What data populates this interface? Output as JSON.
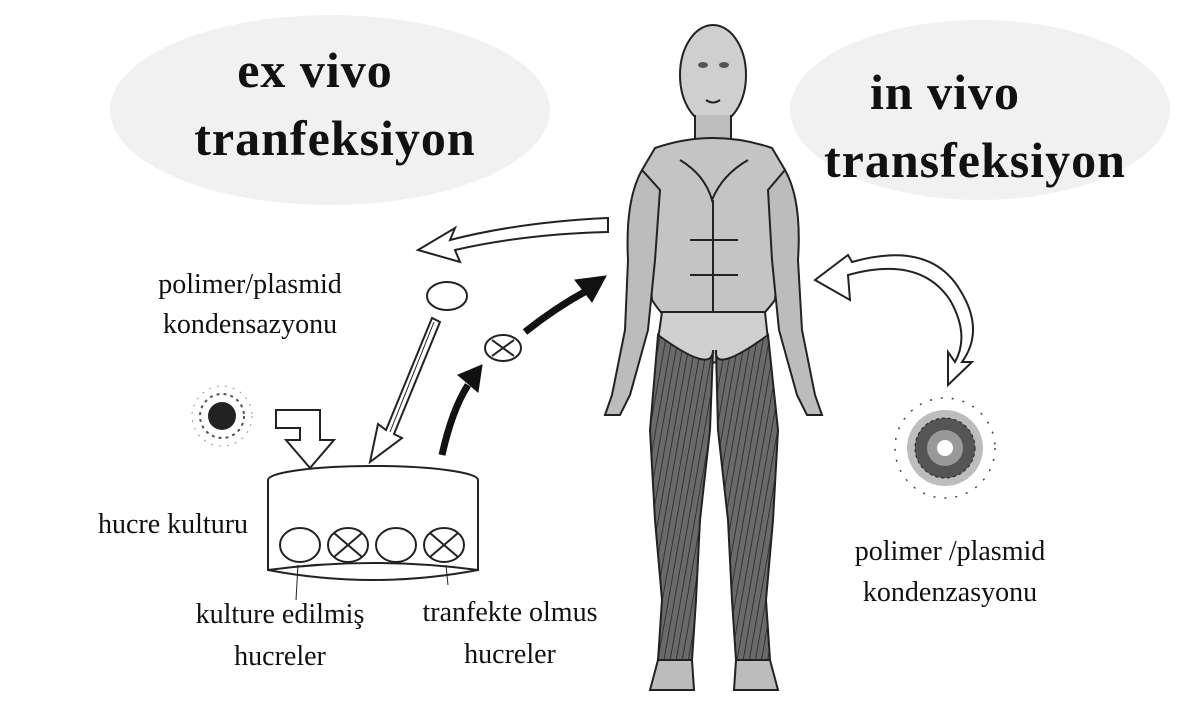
{
  "headings": {
    "ex_vivo_line1": "ex vivo",
    "ex_vivo_line2": "tranfeksiyon",
    "in_vivo_line1": "in vivo",
    "in_vivo_line2": "transfeksiyon"
  },
  "labels": {
    "polymer_left_line1": "polimer/plasmid",
    "polymer_left_line2": "kondensazyonu",
    "cell_culture": "hucre kulturu",
    "cultured_line1": "kulture edilmiş",
    "cultured_line2": "hucreler",
    "transfected_line1": "tranfekte olmus",
    "transfected_line2": "hucreler",
    "polymer_right_line1": "polimer /plasmid",
    "polymer_right_line2": "kondenzasyonu"
  }
}
